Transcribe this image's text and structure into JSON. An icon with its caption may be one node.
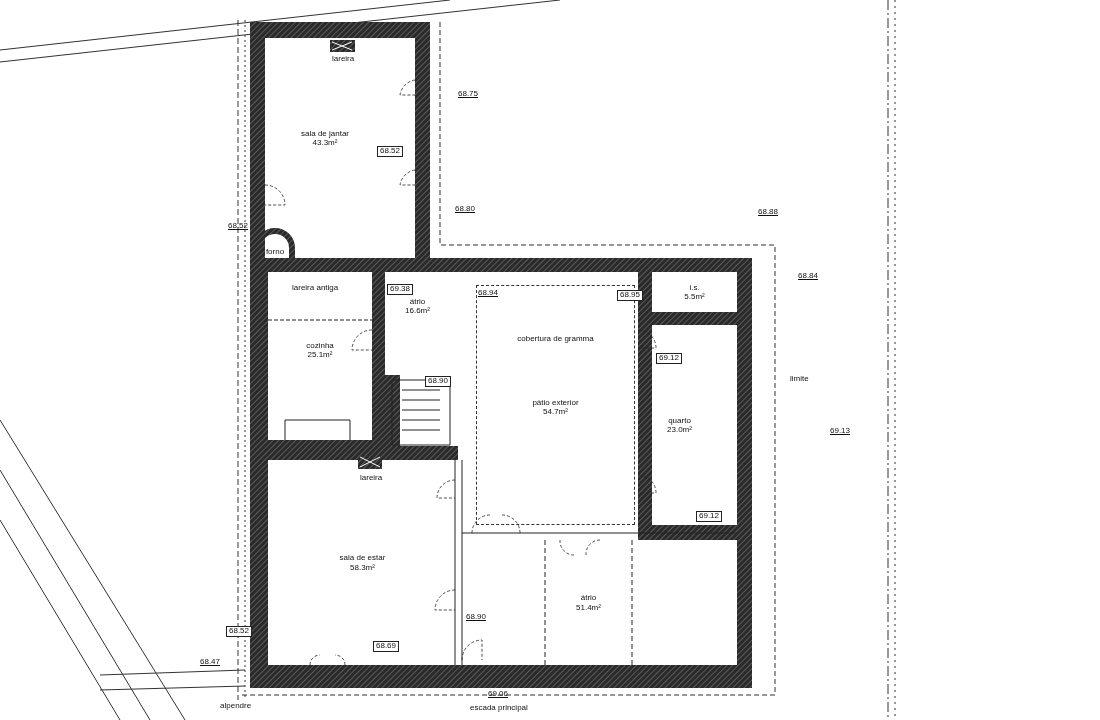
{
  "diagram": {
    "nodes": [
      {
        "text": [
          "sala de jantar",
          "43.3m²"
        ]
      },
      {
        "text": [
          "forno"
        ]
      },
      {
        "text": [
          "cozinha",
          "25.1m²"
        ]
      },
      {
        "text": [
          "átrio",
          "16.6m²"
        ]
      },
      {
        "text": [
          "cobertura de gramma",
          "pátio exterior",
          "54.7m²"
        ]
      },
      {
        "text": [
          "i.s.",
          "5.5m²"
        ]
      },
      {
        "text": [
          "quarto",
          "23.0m²"
        ]
      },
      {
        "text": [
          "sala de estar",
          "58.3m²"
        ]
      },
      {
        "text": [
          "átrio",
          "51.4m²"
        ]
      }
    ],
    "labels": [
      "68.75",
      "lareira",
      "68.52",
      "68.80",
      "68.88",
      "68.52",
      "68.84",
      "lareira antiga",
      "69.38",
      "68.94",
      "68.95",
      "69.12",
      "68.90",
      "limite",
      "69.13",
      "lareira",
      "69.12",
      "68.90",
      "68.52",
      "68.69",
      "68.47",
      "69.06",
      "alpendre",
      "escada principal"
    ]
  }
}
